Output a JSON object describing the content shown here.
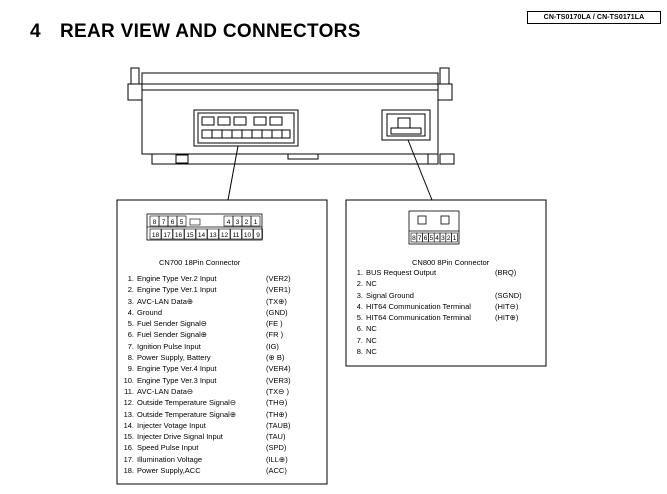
{
  "header": {
    "model_tag": "CN-TS0170LA / CN-TS0171LA",
    "section_number": "4",
    "section_title": "REAR VIEW AND CONNECTORS"
  },
  "cn700": {
    "caption": "CN700    18Pin Connector",
    "top_row": [
      "8",
      "7",
      "6",
      "5",
      "4",
      "3",
      "2",
      "1"
    ],
    "bottom_row": [
      "18",
      "17",
      "16",
      "15",
      "14",
      "13",
      "12",
      "11",
      "10",
      "9"
    ],
    "pins": [
      {
        "n": "1.",
        "name": "Engine Type Ver.2 Input",
        "code": "(VER2)"
      },
      {
        "n": "2.",
        "name": "Engine Type Ver.1 Input",
        "code": "(VER1)"
      },
      {
        "n": "3.",
        "name": "AVC-LAN Data⊕",
        "code": "(TX⊕)"
      },
      {
        "n": "4.",
        "name": "Ground",
        "code": "(GND)"
      },
      {
        "n": "5.",
        "name": "Fuel Sender Signal⊖",
        "code": "(FE )"
      },
      {
        "n": "6.",
        "name": "Fuel Sender Signal⊕",
        "code": "(FR )"
      },
      {
        "n": "7.",
        "name": "Ignition Pulse Input",
        "code": "(IG)"
      },
      {
        "n": "8.",
        "name": "Power Supply, Battery",
        "code": "(⊕ B)"
      },
      {
        "n": "9.",
        "name": "Engine Type Ver.4 Input",
        "code": "(VER4)"
      },
      {
        "n": "10.",
        "name": "Engine Type Ver.3 Input",
        "code": "(VER3)"
      },
      {
        "n": "11.",
        "name": "AVC-LAN Data⊖",
        "code": "(TX⊖ )"
      },
      {
        "n": "12.",
        "name": "Outside Temperature Signal⊖",
        "code": "(TH⊖)"
      },
      {
        "n": "13.",
        "name": "Outside Temperature Signal⊕",
        "code": "(TH⊕)"
      },
      {
        "n": "14.",
        "name": "Injecter Votage Input",
        "code": "(TAUB)"
      },
      {
        "n": "15.",
        "name": "Injecter Drive Signal Input",
        "code": "(TAU)"
      },
      {
        "n": "16.",
        "name": "Speed Pulse Input",
        "code": "(SPD)"
      },
      {
        "n": "17.",
        "name": "Illumination Voltage",
        "code": "(ILL⊕)"
      },
      {
        "n": "18.",
        "name": "Power Supply,ACC",
        "code": "(ACC)"
      }
    ]
  },
  "cn800": {
    "caption": "CN800    8Pin Connector",
    "top_row": [
      "8",
      "7",
      "6",
      "5",
      "4",
      "3",
      "2",
      "1"
    ],
    "pins": [
      {
        "n": "1.",
        "name": "BUS Request Output",
        "code": "(BRQ)"
      },
      {
        "n": "2.",
        "name": "NC",
        "code": ""
      },
      {
        "n": "3.",
        "name": "Signal Ground",
        "code": "(SGND)"
      },
      {
        "n": "4.",
        "name": "HIT64 Communication Terminal",
        "code": "(HIT⊖)"
      },
      {
        "n": "5.",
        "name": "HIT64 Communication Terminal",
        "code": "(HIT⊕)"
      },
      {
        "n": "6.",
        "name": "NC",
        "code": ""
      },
      {
        "n": "7.",
        "name": "NC",
        "code": ""
      },
      {
        "n": "8.",
        "name": "NC",
        "code": ""
      }
    ]
  }
}
